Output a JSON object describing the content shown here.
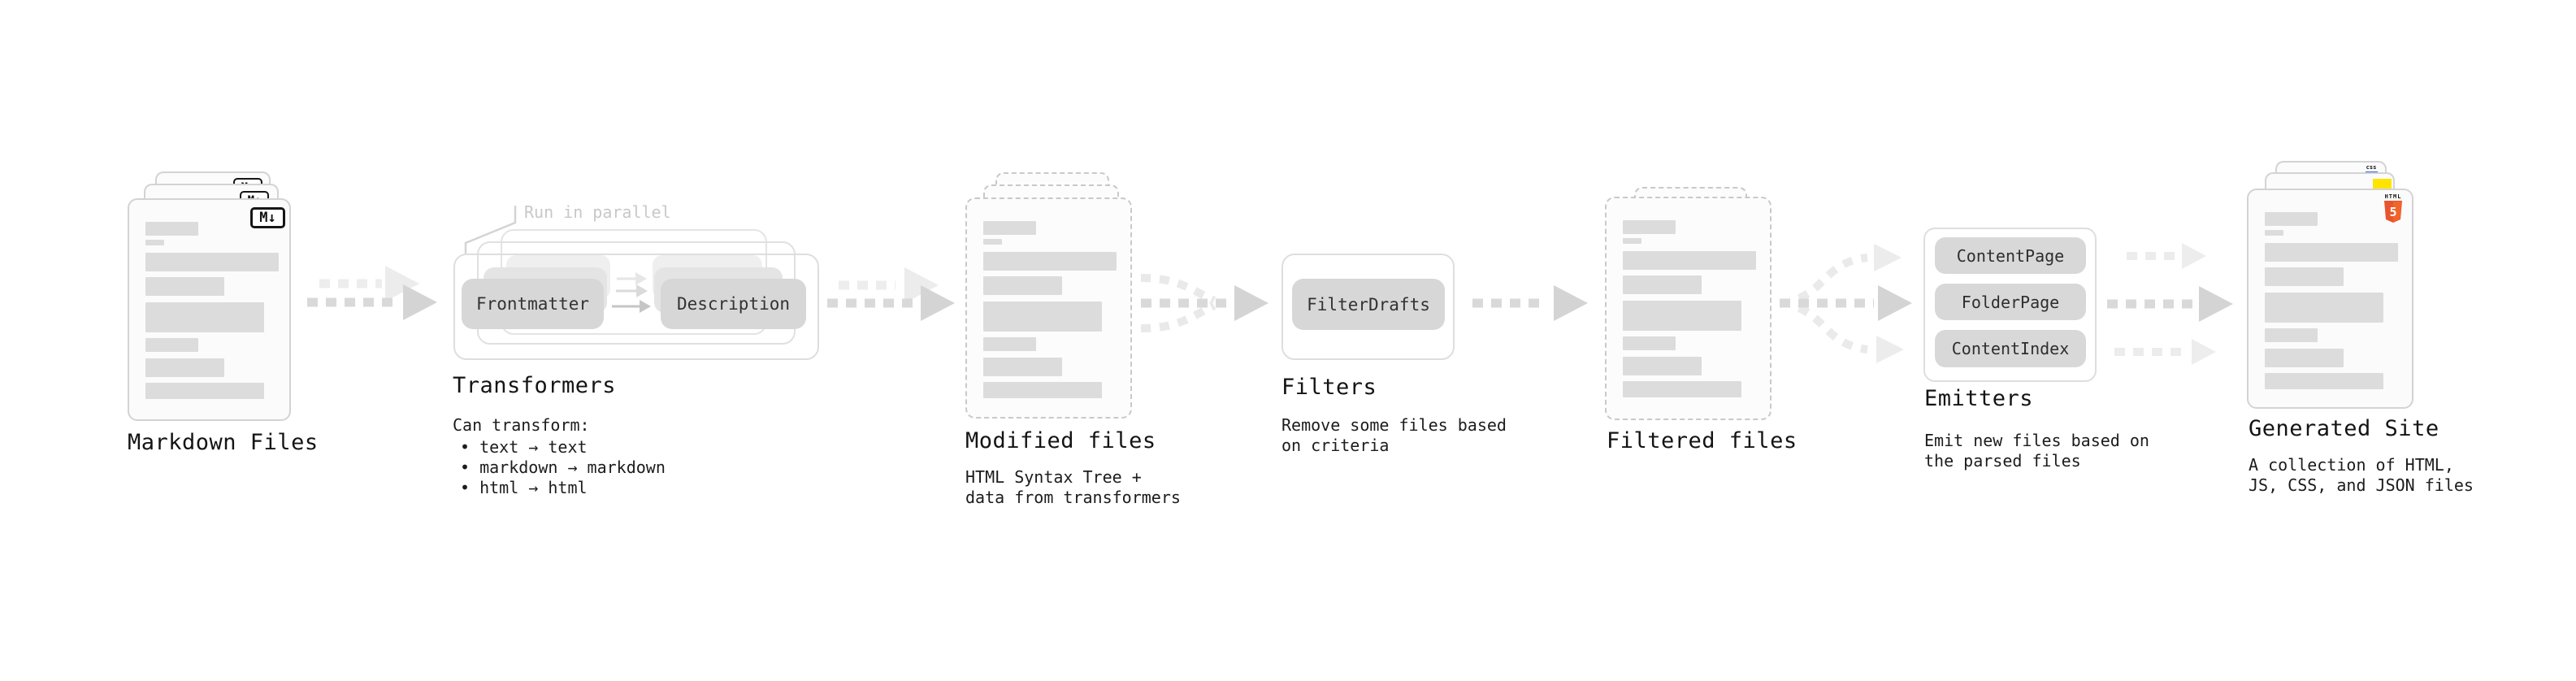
{
  "colors": {
    "background": "#ffffff",
    "card_bg": "#fbfbfb",
    "card_border": "#d3d3d3",
    "dashed_border": "#c9c9c9",
    "placeholder": "#dcdcdc",
    "container_border": "#dfdfdf",
    "pill_bg": "#d7d7d7",
    "pill_bg_mid": "#e4e4e4",
    "pill_bg_back": "#efefef",
    "arrow": "#d9d9d9",
    "arrow_light": "#ececec",
    "text": "#161616",
    "muted_note": "#c8c8c8",
    "html5_orange": "#e8542e",
    "js_yellow": "#ffe400",
    "css_blue": "#2f6be4",
    "md_badge_border": "#161616"
  },
  "stages": {
    "markdown": {
      "title": "Markdown Files",
      "badge": "M↓"
    },
    "transformers": {
      "title": "Transformers",
      "note": "Run in parallel",
      "pill_frontmatter": "Frontmatter",
      "pill_description": "Description",
      "desc_heading": "Can transform:",
      "bullets": [
        "• text → text",
        "• markdown → markdown",
        "• html → html"
      ]
    },
    "modified": {
      "title": "Modified files",
      "desc_line1": "HTML Syntax Tree +",
      "desc_line2": "data from transformers"
    },
    "filters": {
      "title": "Filters",
      "pill": "FilterDrafts",
      "desc_line1": "Remove some files based",
      "desc_line2": "on criteria"
    },
    "filtered": {
      "title": "Filtered files"
    },
    "emitters": {
      "title": "Emitters",
      "pills": [
        "ContentPage",
        "FolderPage",
        "ContentIndex"
      ],
      "desc_line1": "Emit new files based on",
      "desc_line2": "the parsed files"
    },
    "generated": {
      "title": "Generated Site",
      "desc_line1": "A collection of HTML,",
      "desc_line2": "JS, CSS, and JSON files",
      "html5_label": "HTML",
      "html5_number": "5",
      "css_label": "css"
    }
  }
}
